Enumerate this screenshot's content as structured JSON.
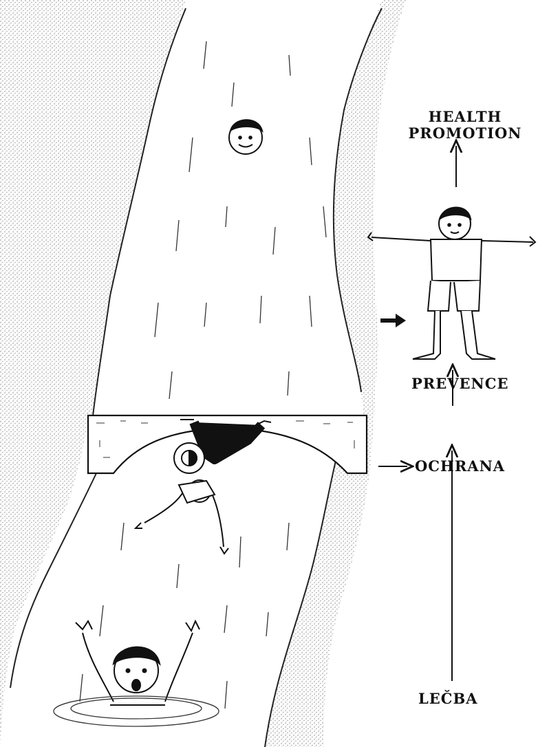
{
  "labels": {
    "health_promotion_line1": "HEALTH",
    "health_promotion_line2": "PROMOTION",
    "prevence": "PREVENCE",
    "ochrana": "OCHRANA",
    "lecba": "LEČBA"
  },
  "colors": {
    "ink": "#111111",
    "background": "#ffffff",
    "stipple": "#555555"
  }
}
